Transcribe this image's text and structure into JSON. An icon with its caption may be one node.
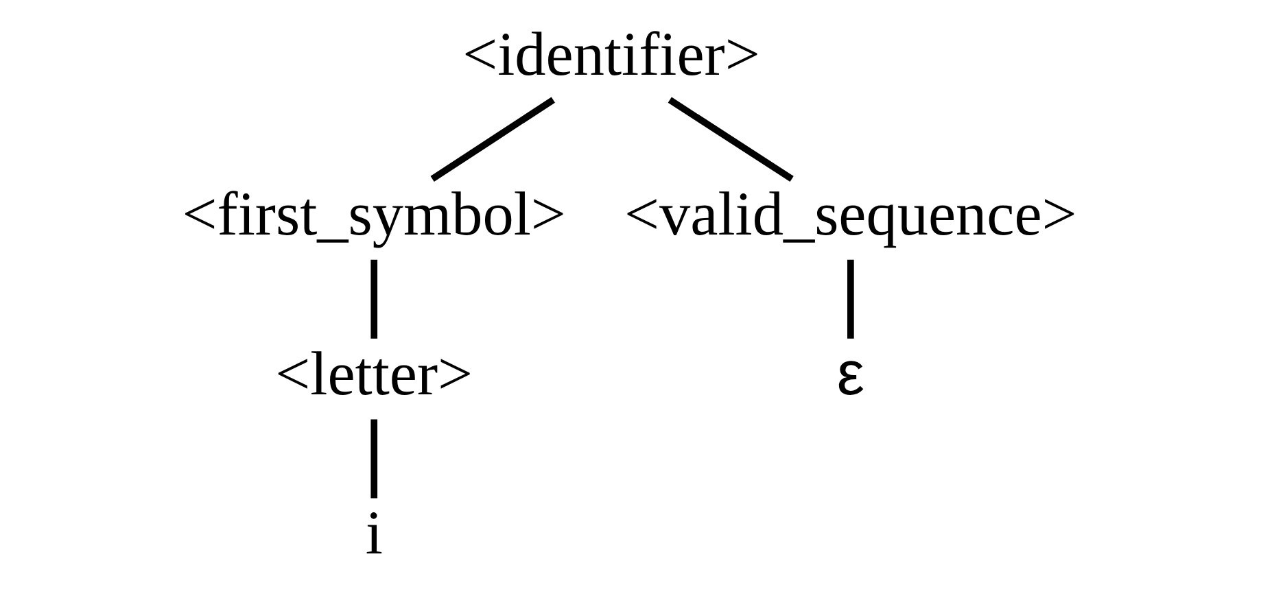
{
  "diagram": {
    "nodes": [
      {
        "text": [
          "<identifier>"
        ]
      },
      {
        "text": [
          "<first_symbol>"
        ]
      },
      {
        "text": [
          "<valid_sequence>"
        ]
      },
      {
        "text": [
          "<letter>"
        ]
      },
      {
        "text": [
          "ε"
        ]
      },
      {
        "text": [
          "i"
        ]
      }
    ],
    "edges": [
      {
        "from": 0,
        "to": 1,
        "arrow": "none"
      },
      {
        "from": 0,
        "to": 2,
        "arrow": "none"
      },
      {
        "from": 1,
        "to": 3,
        "arrow": "none"
      },
      {
        "from": 2,
        "to": 4,
        "arrow": "none"
      },
      {
        "from": 3,
        "to": 5,
        "arrow": "none"
      }
    ]
  }
}
